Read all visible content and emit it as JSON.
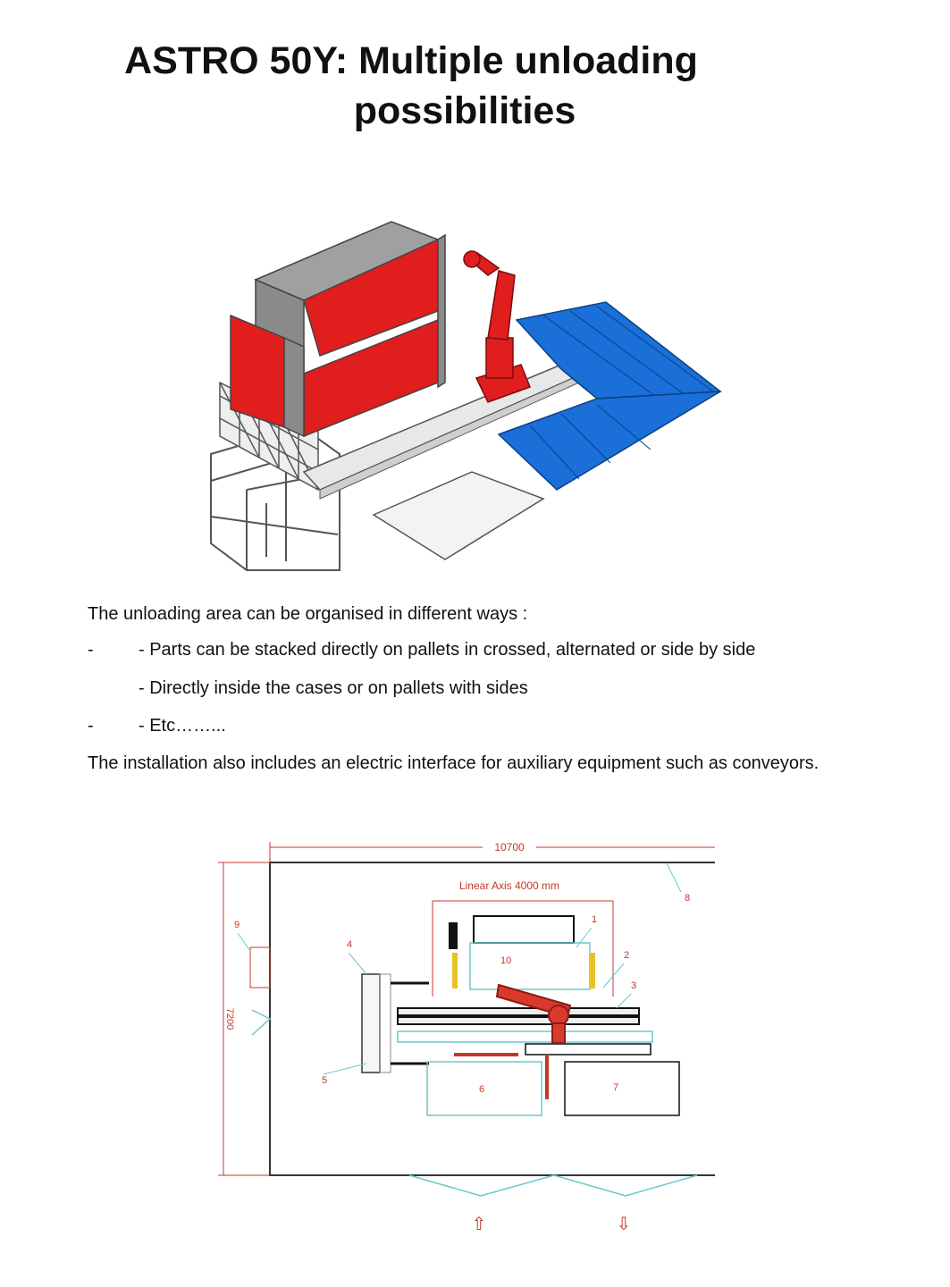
{
  "page": {
    "title_line1": "ASTRO 50Y: Multiple unloading",
    "title_line2": "possibilities"
  },
  "text": {
    "intro": "The unloading area can be organised in different ways :",
    "bullets": [
      {
        "dash": "-",
        "text": "- Parts can be stacked directly on pallets in crossed, alternated or side by side"
      },
      {
        "dash": "",
        "text": "- Directly inside the cases or on pallets with sides"
      },
      {
        "dash": "-",
        "text": "- Etc……..."
      }
    ],
    "installation": "The installation also includes an electric interface for auxiliary equipment such as conveyors."
  },
  "layout_drawing": {
    "width_dim": "10700",
    "height_dim": "7200",
    "linear_axis": "Linear Axis 4000 mm",
    "callouts": [
      "1",
      "2",
      "3",
      "4",
      "5",
      "6",
      "7",
      "8",
      "9",
      "10"
    ]
  },
  "colors": {
    "machine_red": "#e01e1e",
    "machine_grey": "#8a8a8a",
    "pallet_blue": "#1a6fd8",
    "dimension_red": "#c0392b",
    "outline_teal": "#6fc7c7"
  }
}
